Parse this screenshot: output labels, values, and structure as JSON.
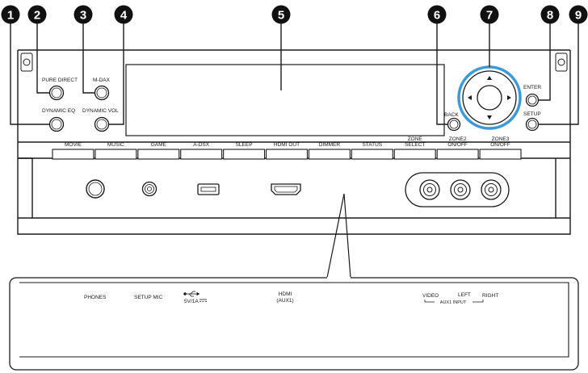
{
  "callouts": [
    "1",
    "2",
    "3",
    "4",
    "5",
    "6",
    "7",
    "8",
    "9"
  ],
  "panel_buttons": {
    "pure_direct": "PURE DIRECT",
    "m_dax": "M-DAX",
    "dynamic_eq": "DYNAMIC EQ",
    "dynamic_vol": "DYNAMIC VOL",
    "back": "BACK",
    "enter": "ENTER",
    "setup": "SETUP"
  },
  "function_buttons": [
    {
      "line1": "MOVIE",
      "line2": ""
    },
    {
      "line1": "MUSIC",
      "line2": ""
    },
    {
      "line1": "GAME",
      "line2": ""
    },
    {
      "line1": "A-DSX",
      "line2": ""
    },
    {
      "line1": "SLEEP",
      "line2": ""
    },
    {
      "line1": "HDMI OUT",
      "line2": ""
    },
    {
      "line1": "DIMMER",
      "line2": ""
    },
    {
      "line1": "STATUS",
      "line2": ""
    },
    {
      "line1": "ZONE",
      "line2": "SELECT"
    },
    {
      "line1": "ZONE2",
      "line2": "ON/OFF"
    },
    {
      "line1": "ZONE3",
      "line2": "ON/OFF"
    }
  ],
  "jack_labels": {
    "phones": "PHONES",
    "setup_mic": "SETUP MIC",
    "usb_icon": "usb-icon",
    "usb_rating": "5V/1A",
    "hdmi_line1": "HDMI",
    "hdmi_line2": "(AUX1)",
    "video": "VIDEO",
    "left": "LEFT",
    "aux1_input": "AUX1 INPUT",
    "right": "RIGHT"
  },
  "colors": {
    "callout_fill": "#111111",
    "ring_blue": "#3a9ad9",
    "line": "#1a1a1a"
  }
}
